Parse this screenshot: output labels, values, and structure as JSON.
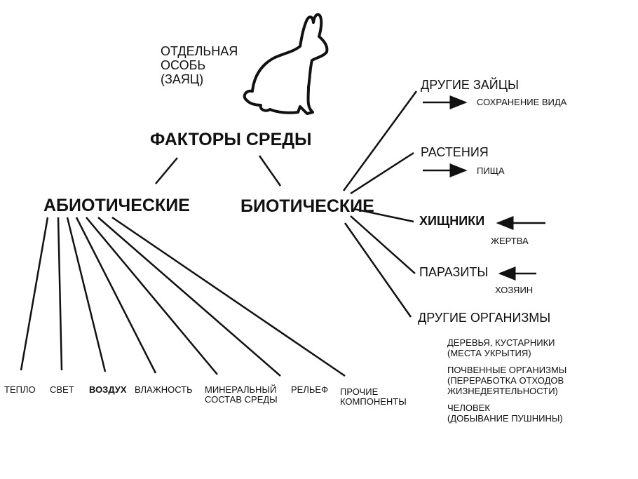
{
  "individual": {
    "line1": "ОТДЕЛЬНАЯ",
    "line2": "ОСОБЬ",
    "line3": "(ЗАЯЦ)"
  },
  "title": "ФАКТОРЫ СРЕДЫ",
  "abiotic": {
    "label": "АБИОТИЧЕСКИЕ",
    "items": [
      "ТЕПЛО",
      "СВЕТ",
      "ВОЗДУХ",
      "ВЛАЖНОСТЬ",
      "МИНЕРАЛЬНЫЙ",
      "СОСТАВ СРЕДЫ",
      "РЕЛЬЕФ",
      "ПРОЧИЕ",
      "КОМПОНЕНТЫ"
    ]
  },
  "biotic": {
    "label": "БИОТИЧЕСКИЕ",
    "other_hares": "ДРУГИЕ ЗАЙЦЫ",
    "other_hares_note": "СОХРАНЕНИЕ ВИДА",
    "plants": "РАСТЕНИЯ",
    "plants_note": "ПИЩА",
    "predators": "ХИЩНИКИ",
    "predators_note": "ЖЕРТВА",
    "parasites": "ПАРАЗИТЫ",
    "parasites_note": "ХОЗЯИН",
    "other_organisms": "ДРУГИЕ ОРГАНИЗМЫ",
    "notes": [
      "ДЕРЕВЬЯ, КУСТАРНИКИ",
      "(МЕСТА УКРЫТИЯ)",
      "ПОЧВЕННЫЕ ОРГАНИЗМЫ",
      "(ПЕРЕРАБОТКА ОТХОДОВ",
      "ЖИЗНЕДЕЯТЕЛЬНОСТИ)",
      "ЧЕЛОВЕК",
      "(ДОБЫВАНИЕ ПУШНИНЫ)"
    ]
  }
}
